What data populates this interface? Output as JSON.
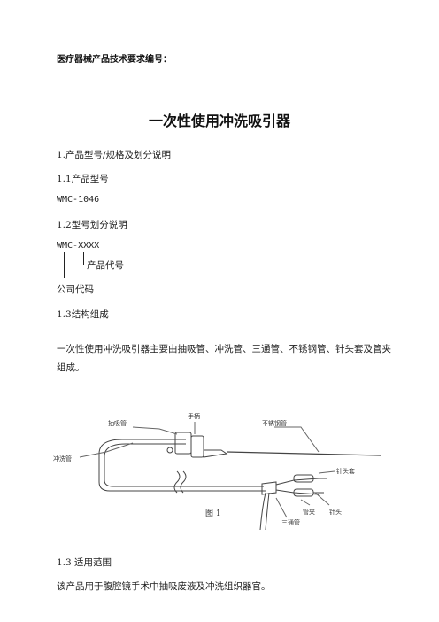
{
  "header": {
    "text": "医疗器械产品技术要求编号："
  },
  "title": "一次性使用冲洗吸引器",
  "sections": {
    "s1": "1.产品型号/规格及划分说明",
    "s1_1": "1.1产品型号",
    "model": "WMC-1046",
    "s1_2": "1.2型号划分说明",
    "model_pattern": "WMC-XXXX",
    "product_code_label": "产品代号",
    "company_code_label": "公司代码",
    "s1_3": "1.3结构组成",
    "structure_para": "一次性使用冲洗吸引器主要由抽吸管、冲洗管、三通管、不锈钢管、针头套及管夹组成。",
    "s1_4": "1.3 适用范围",
    "scope_para": "该产品用于腹腔镜手术中抽吸废液及冲洗组织器官。"
  },
  "figure": {
    "caption": "图 1",
    "labels": {
      "handle": "手柄",
      "suction_tube": "抽吸管",
      "steel_tube": "不锈钢管",
      "irrigation_tube": "冲洗管",
      "needle_cover": "针头套",
      "clamp": "管夹",
      "needle": "针头",
      "tee": "三通管"
    }
  }
}
